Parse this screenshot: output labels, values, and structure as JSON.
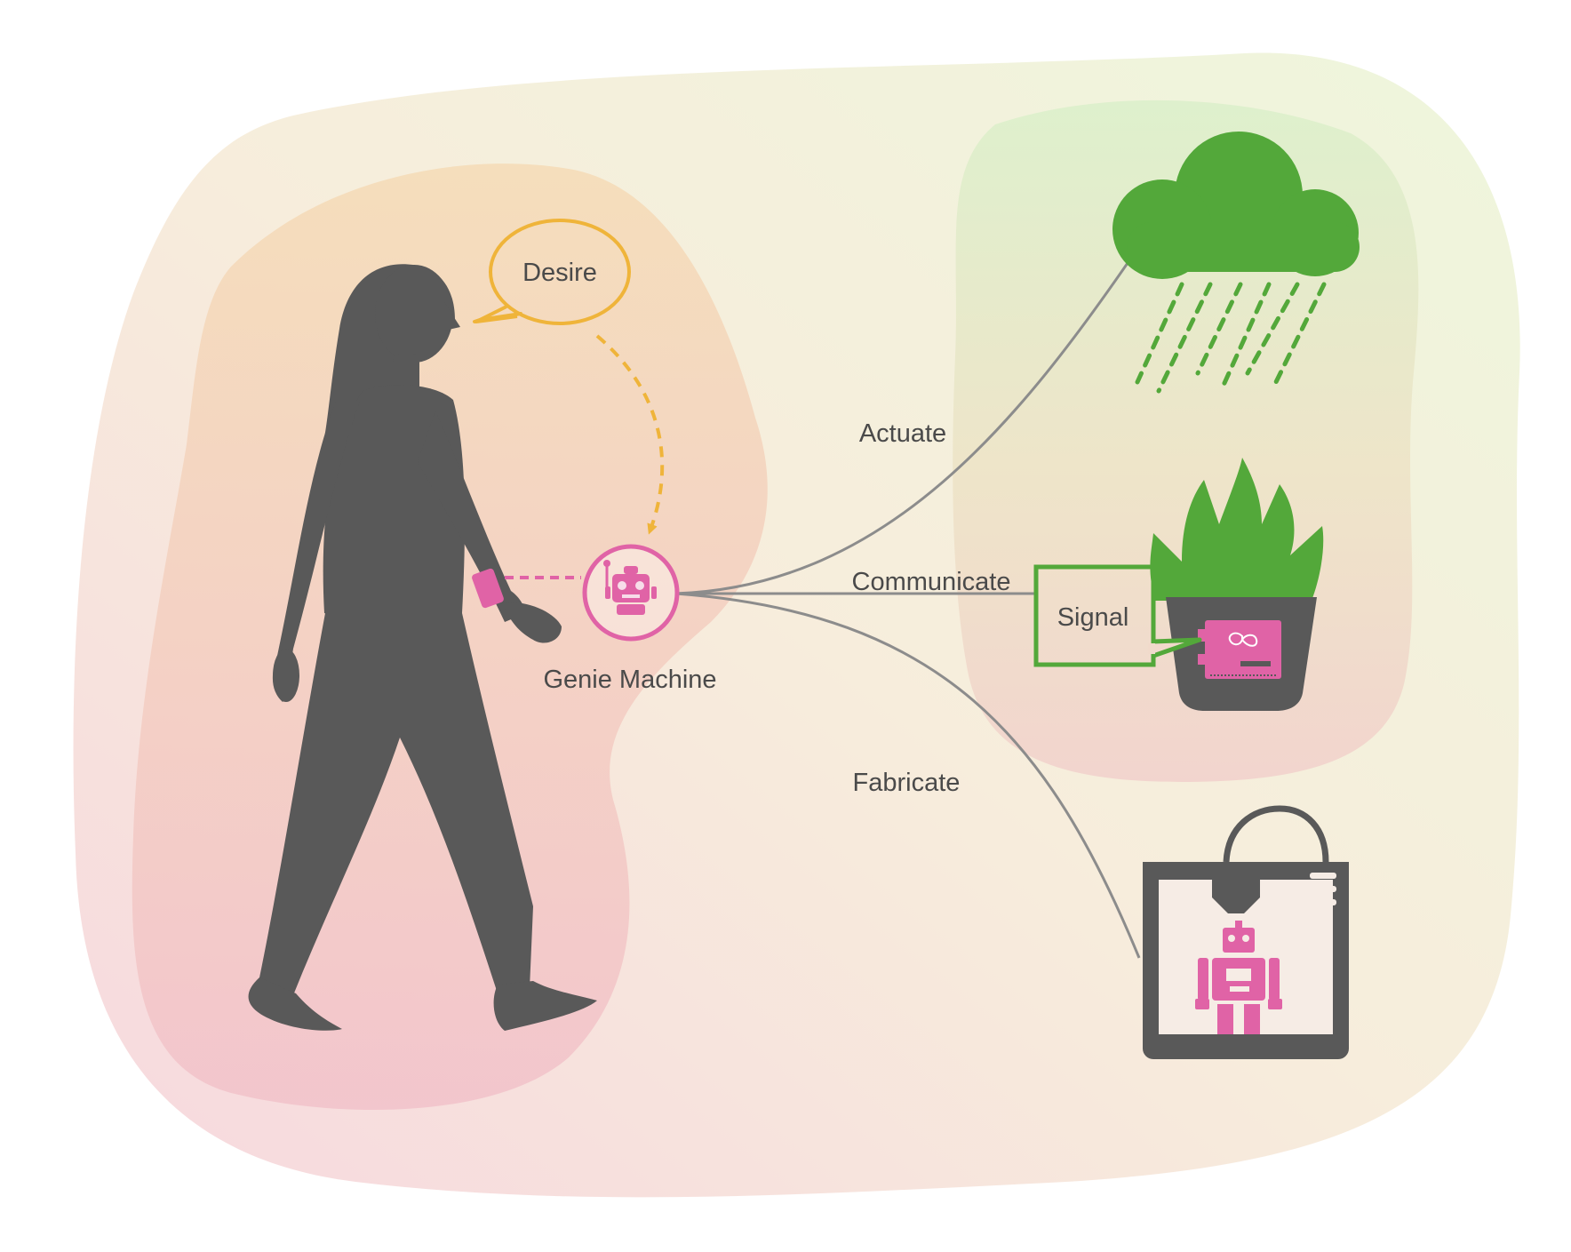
{
  "labels": {
    "desire": "Desire",
    "genie_machine": "Genie Machine",
    "actuate": "Actuate",
    "communicate": "Communicate",
    "fabricate": "Fabricate",
    "signal": "Signal"
  },
  "colors": {
    "silhouette": "#595959",
    "desire_accent": "#efb43a",
    "genie_pink": "#e063a6",
    "nature_green": "#53a83a",
    "connector_gray": "#8c8c8c",
    "text": "#4a4a4a"
  },
  "icons": {
    "person": "walking-woman-silhouette",
    "genie": "robot-icon",
    "weather": "rain-cloud-icon",
    "plant": "potted-plant-icon",
    "board": "arduino-board-icon",
    "fabricator": "3d-printer-icon",
    "printed": "toy-robot-icon"
  }
}
